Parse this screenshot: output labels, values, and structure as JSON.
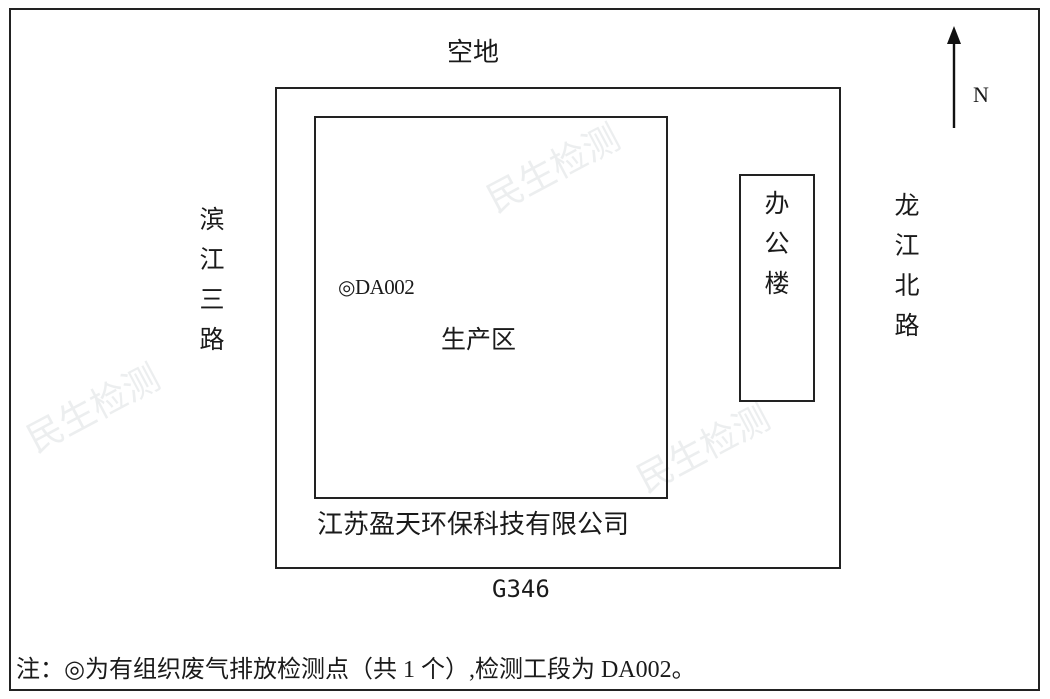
{
  "labels": {
    "top_area": "空地",
    "bottom_road": "G346",
    "left_road": [
      "滨",
      "江",
      "三",
      "路"
    ],
    "right_road": [
      "龙",
      "江",
      "北",
      "路"
    ],
    "office": [
      "办",
      "公",
      "楼"
    ],
    "production_area": "生产区",
    "company": "江苏盈天环保科技有限公司",
    "monitoring_point_symbol": "◎",
    "monitoring_point_id": "DA002",
    "north": "N"
  },
  "note": "注：◎为有组织废气排放检测点（共 1 个）,检测工段为 DA002。",
  "watermark": "民生检测"
}
